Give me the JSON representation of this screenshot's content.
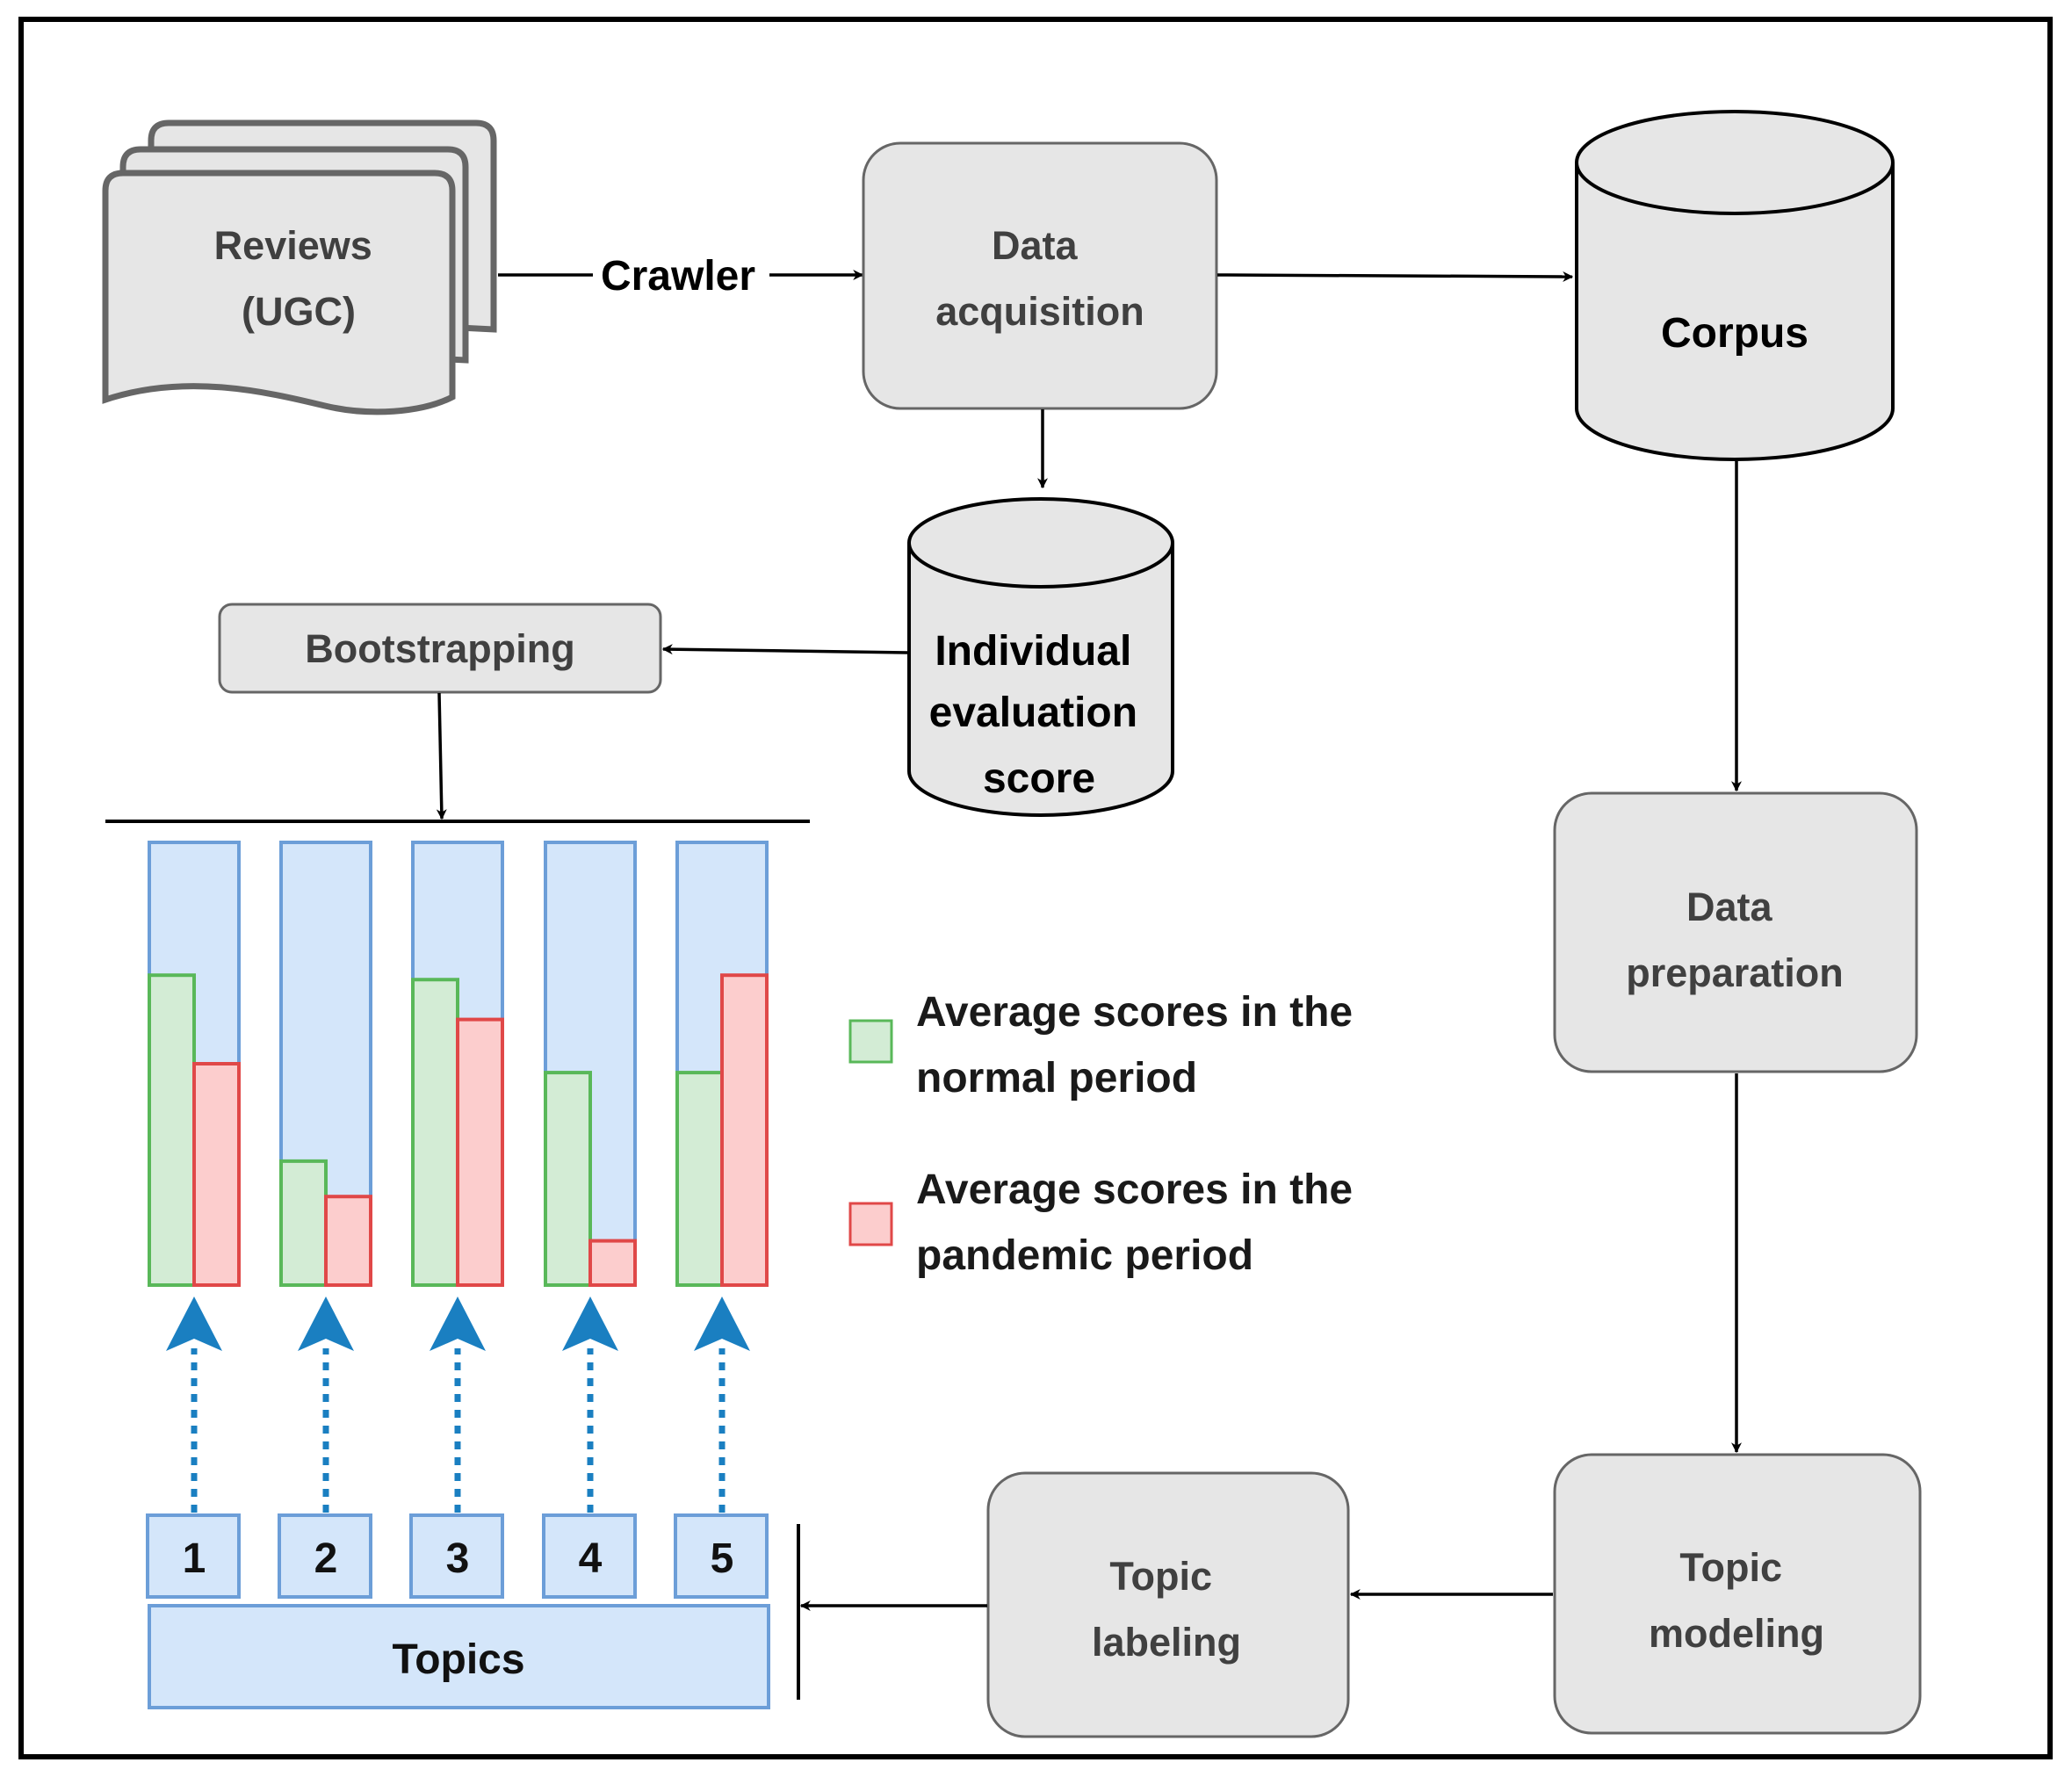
{
  "nodes": {
    "reviews": [
      "Reviews",
      "(UGC)"
    ],
    "crawler": "Crawler",
    "data_acquisition": [
      "Data",
      "acquisition"
    ],
    "corpus": "Corpus",
    "individual_score": [
      "Individual",
      "evaluation",
      "score"
    ],
    "bootstrapping": "Bootstrapping",
    "data_preparation": [
      "Data",
      "preparation"
    ],
    "topic_modeling": [
      "Topic",
      "modeling"
    ],
    "topic_labeling": [
      "Topic",
      "labeling"
    ],
    "topics": "Topics"
  },
  "topic_numbers": [
    "1",
    "2",
    "3",
    "4",
    "5"
  ],
  "legend": {
    "normal": [
      "Average scores in the",
      "normal period"
    ],
    "pandemic": [
      "Average scores in the",
      "pandemic period"
    ]
  },
  "chart_data": {
    "type": "bar",
    "categories": [
      "1",
      "2",
      "3",
      "4",
      "5"
    ],
    "ylim": [
      0,
      1
    ],
    "series": [
      {
        "name": "Average scores in the normal period",
        "values": [
          0.7,
          0.28,
          0.69,
          0.48,
          0.48
        ]
      },
      {
        "name": "Average scores in the pandemic period",
        "values": [
          0.5,
          0.2,
          0.6,
          0.1,
          0.7
        ]
      }
    ]
  },
  "colors": {
    "box_fill": "#e6e6e6",
    "box_stroke": "#666666",
    "column_fill": "#d4e6fa",
    "column_stroke": "#6c9ed8",
    "normal_fill": "#d3ecd5",
    "normal_stroke": "#59b859",
    "pandemic_fill": "#fccdcd",
    "pandemic_stroke": "#e04848",
    "dotted_arrow": "#1a7fc1"
  }
}
